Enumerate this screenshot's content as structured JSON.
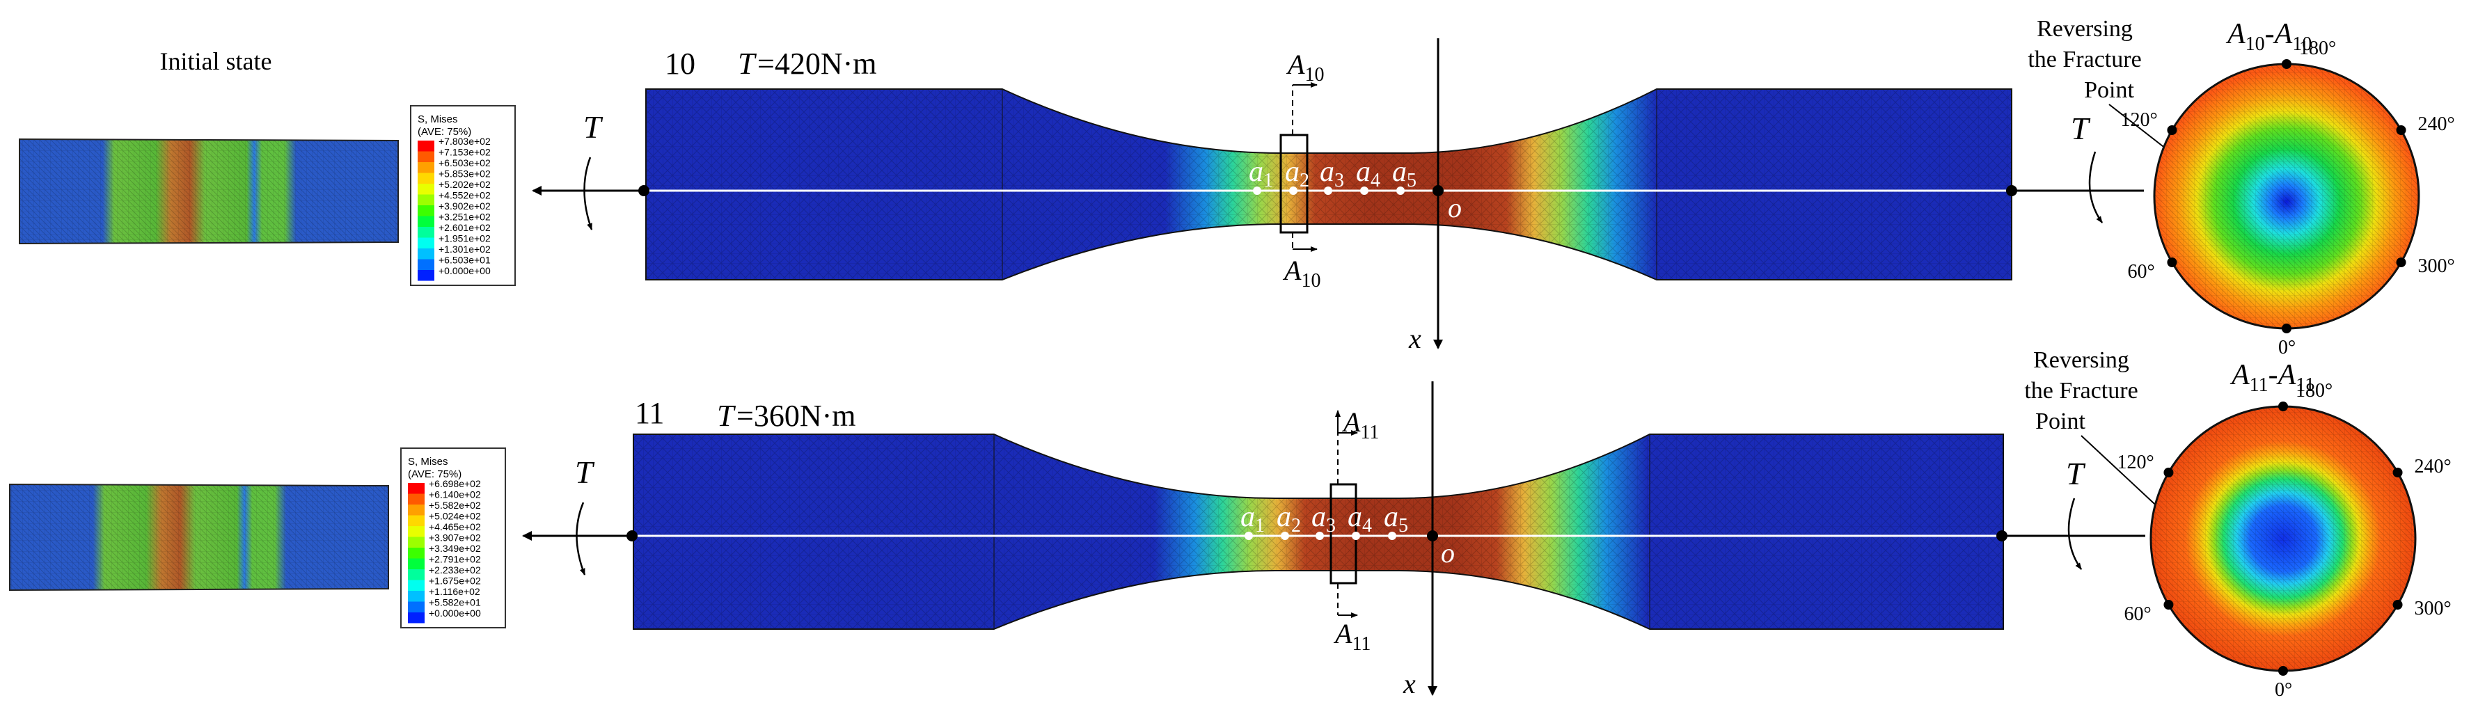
{
  "initial_state_label": "Initial state",
  "legend_title_line1": "S, Mises",
  "legend_title_line2": "(AVE: 75%)",
  "legend_colors": [
    "#ff0000",
    "#ff5a00",
    "#ffa000",
    "#ffd800",
    "#e8ff00",
    "#9cff00",
    "#3cff00",
    "#00ff3c",
    "#00ff9c",
    "#00fff0",
    "#00c0ff",
    "#0070ff",
    "#0020ff"
  ],
  "panels": [
    {
      "number": "10",
      "torque_symbol": "T",
      "torque_value": "=420N·m",
      "section_letter": "A",
      "section_sub": "10",
      "axis_x": "x",
      "origin": "o",
      "points": [
        {
          "letter": "a",
          "sub": "1"
        },
        {
          "letter": "a",
          "sub": "2"
        },
        {
          "letter": "a",
          "sub": "3"
        },
        {
          "letter": "a",
          "sub": "4"
        },
        {
          "letter": "a",
          "sub": "5"
        }
      ],
      "legend_values": [
        "+7.803e+02",
        "+7.153e+02",
        "+6.503e+02",
        "+5.853e+02",
        "+5.202e+02",
        "+4.552e+02",
        "+3.902e+02",
        "+3.251e+02",
        "+2.601e+02",
        "+1.951e+02",
        "+1.301e+02",
        "+6.503e+01",
        "+0.000e+00"
      ],
      "reversing_line1": "Reversing",
      "reversing_line2": "the Fracture",
      "reversing_line3": "Point",
      "section_title_sep": "-",
      "angles": [
        "180°",
        "240°",
        "300°",
        "0°",
        "60°",
        "120°"
      ]
    },
    {
      "number": "11",
      "torque_symbol": "T",
      "torque_value": "=360N·m",
      "section_letter": "A",
      "section_sub": "11",
      "axis_x": "x",
      "origin": "o",
      "points": [
        {
          "letter": "a",
          "sub": "1"
        },
        {
          "letter": "a",
          "sub": "2"
        },
        {
          "letter": "a",
          "sub": "3"
        },
        {
          "letter": "a",
          "sub": "4"
        },
        {
          "letter": "a",
          "sub": "5"
        }
      ],
      "legend_values": [
        "+6.698e+02",
        "+6.140e+02",
        "+5.582e+02",
        "+5.024e+02",
        "+4.465e+02",
        "+3.907e+02",
        "+3.349e+02",
        "+2.791e+02",
        "+2.233e+02",
        "+1.675e+02",
        "+1.116e+02",
        "+5.582e+01",
        "+0.000e+00"
      ],
      "reversing_line1": "Reversing",
      "reversing_line2": "the Fracture",
      "reversing_line3": "Point",
      "section_title_sep": "-",
      "angles": [
        "180°",
        "240°",
        "300°",
        "0°",
        "60°",
        "120°"
      ]
    }
  ]
}
